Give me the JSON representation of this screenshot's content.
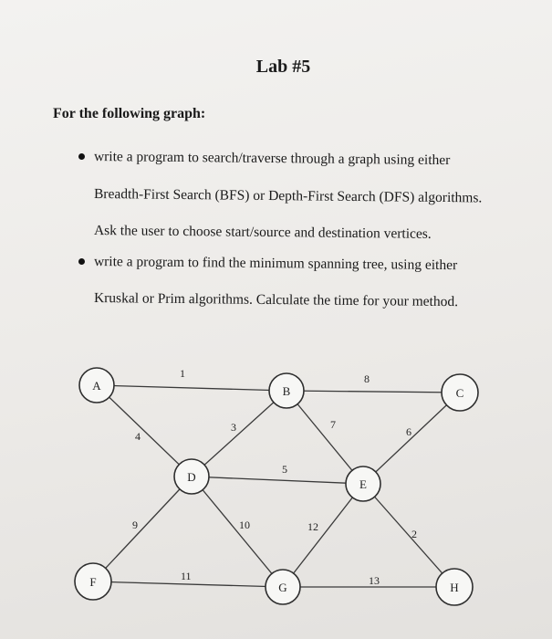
{
  "title": "Lab #5",
  "intro": "For the following graph:",
  "bullet1": {
    "line1": "write a program to search/traverse through a graph using either",
    "line2": "Breadth-First Search (BFS) or Depth-First Search (DFS) algorithms.",
    "line3": "Ask the user to choose start/source and destination vertices."
  },
  "bullet2": {
    "line1": "write a program to find the minimum spanning tree, using either",
    "line2": "Kruskal or Prim algorithms. Calculate the time for your method."
  },
  "graph": {
    "nodes": {
      "A": "A",
      "B": "B",
      "C": "C",
      "D": "D",
      "E": "E",
      "F": "F",
      "G": "G",
      "H": "H"
    },
    "weights": {
      "AB": "1",
      "BC": "8",
      "AD": "4",
      "BD": "3",
      "BE": "7",
      "CE": "6",
      "DE": "5",
      "DF": "9",
      "DG": "10",
      "EG": "12",
      "EH": "2",
      "FG": "11",
      "GH": "13"
    }
  }
}
